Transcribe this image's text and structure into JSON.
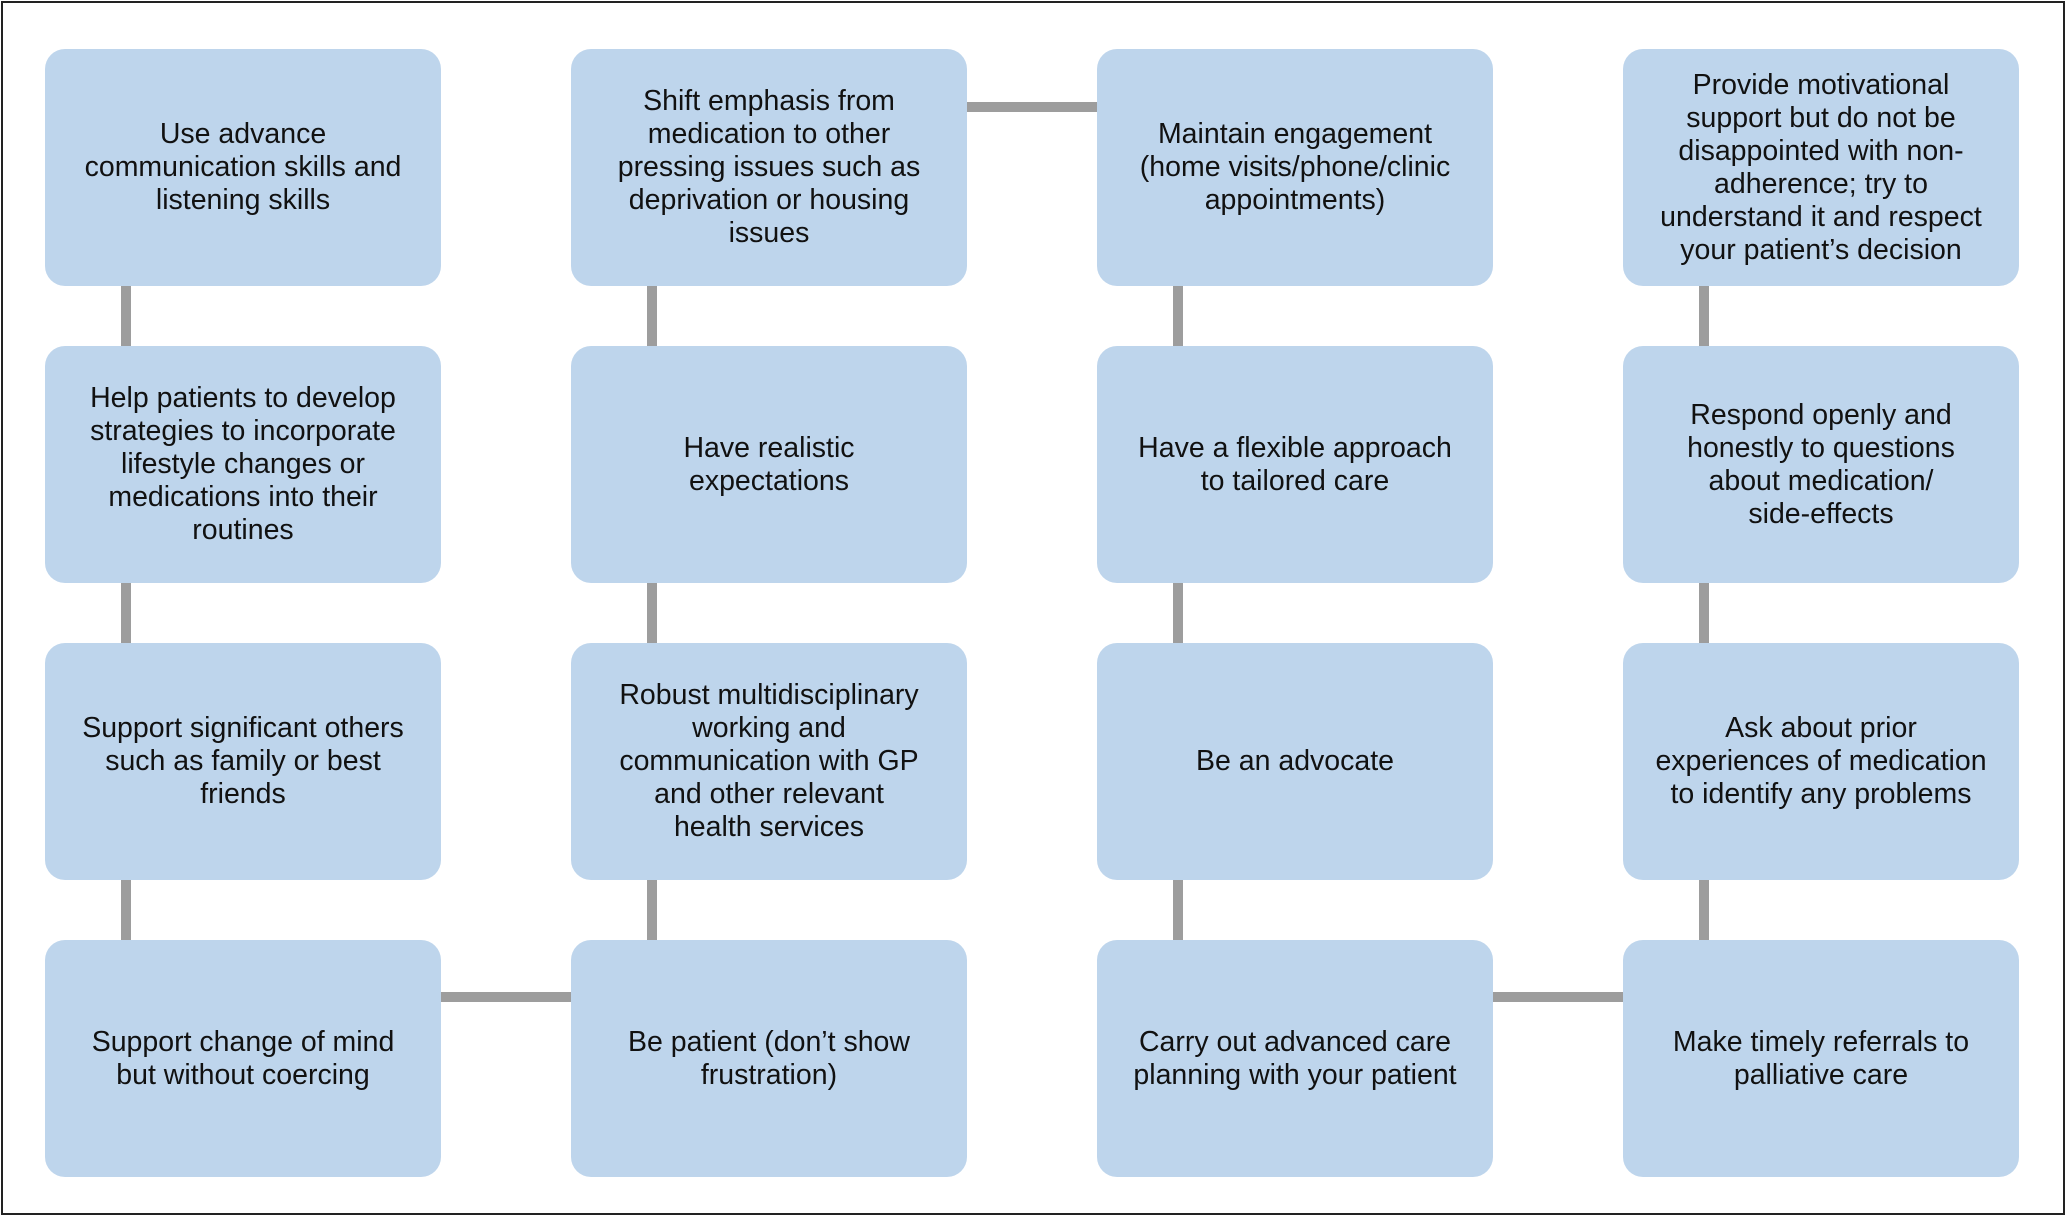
{
  "diagram": {
    "colors": {
      "box_fill": "#bed5ec",
      "connector": "#9d9d9d",
      "frame": "#222222",
      "text": "#111111"
    },
    "columns": [
      {
        "boxes": [
          "Use advance\ncommunication skills and\nlistening skills",
          "Help patients to develop\nstrategies to incorporate\nlifestyle changes or\nmedications into their\nroutines",
          "Support significant others\nsuch as family or best\nfriends",
          "Support change of mind\nbut without coercing"
        ]
      },
      {
        "boxes": [
          "Shift emphasis from\nmedication to other\npressing issues such as\ndeprivation or housing\nissues",
          "Have realistic\nexpectations",
          "Robust multidisciplinary\nworking and\ncommunication with GP\nand other relevant\nhealth services",
          "Be patient (don’t show\nfrustration)"
        ]
      },
      {
        "boxes": [
          "Maintain engagement\n(home visits/phone/clinic\nappointments)",
          "Have a flexible approach\nto tailored care",
          "Be an advocate",
          "Carry out advanced care\nplanning with your patient"
        ]
      },
      {
        "boxes": [
          "Provide motivational\nsupport but do not be\ndisappointed with non-\nadherence; try to\nunderstand it and respect\nyour patient’s decision",
          "Respond openly and\nhonestly to questions\nabout medication/\nside-effects",
          "Ask about prior\nexperiences of medication\nto identify any problems",
          "Make timely referrals to\npalliative care"
        ]
      }
    ]
  }
}
